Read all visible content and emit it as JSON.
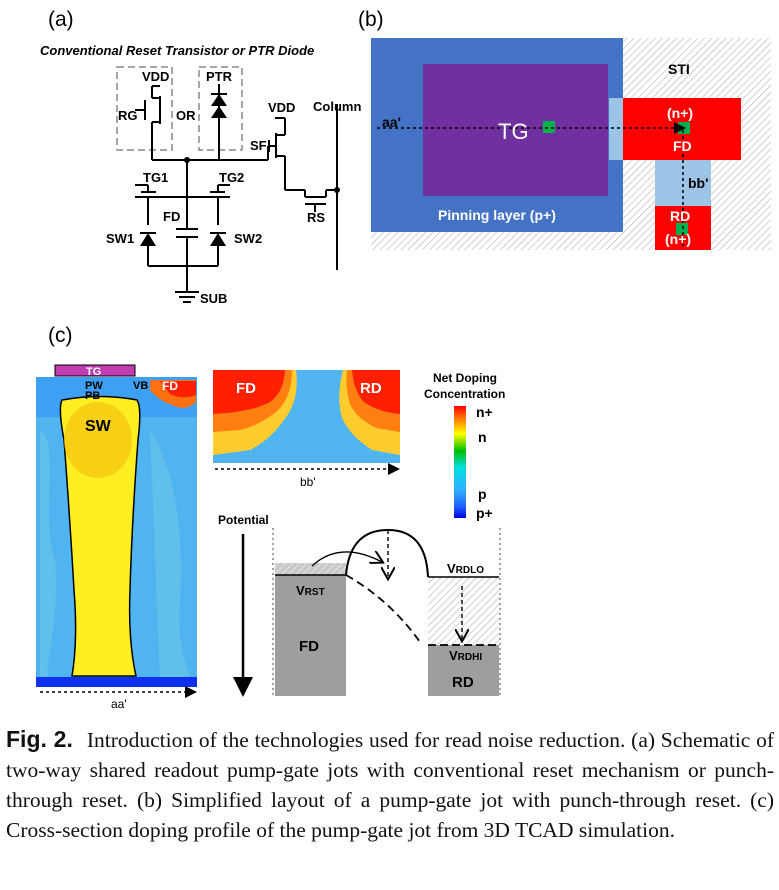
{
  "panels": {
    "a": {
      "label": "(a)",
      "title": "Conventional Reset Transistor or PTR Diode",
      "vdd1": "VDD",
      "ptr": "PTR",
      "rg": "RG",
      "or": "OR",
      "vdd2": "VDD",
      "column": "Column",
      "sf": "SF",
      "tg1": "TG1",
      "tg2": "TG2",
      "fd": "FD",
      "rs": "RS",
      "sw1": "SW1",
      "sw2": "SW2",
      "sub": "SUB"
    },
    "b": {
      "label": "(b)",
      "sti": "STI",
      "aa": "aa'",
      "tg": "TG",
      "nplus1": "(n+)",
      "fd": "FD",
      "bb": "bb'",
      "rd": "RD",
      "nplus2": "(n+)",
      "pinning": "Pinning layer (p+)"
    },
    "c": {
      "label": "(c)",
      "tg": "TG",
      "pw": "PW",
      "pb": "PB",
      "vb": "VB",
      "fd_small": "FD",
      "sw": "SW",
      "aa": "aa'",
      "fd_top": "FD",
      "rd_top": "RD",
      "bb": "bb'",
      "legend_title1": "Net Doping",
      "legend_title2": "Concentration",
      "npp": "n+",
      "n": "n",
      "p": "p",
      "ppp": "p+",
      "potential": "Potential",
      "vrst_main": "V",
      "vrst_sub": "RST",
      "fd_well": "FD",
      "vrdlo_main": "V",
      "vrdlo_sub": "RDLO",
      "vrdhi_main": "V",
      "vrdhi_sub": "RDHI",
      "rd_well": "RD"
    }
  },
  "caption": {
    "label": "Fig. 2.",
    "text": "Introduction of the technologies used for read noise reduction. (a) Schematic of two-way shared readout pump-gate jots with conventional reset mechanism or punch-through reset. (b) Simplified layout of a pump-gate jot with punch-through reset. (c) Cross-section doping profile of the pump-gate jot from 3D TCAD simulation."
  },
  "colors": {
    "pinning": "#4472c4",
    "tg": "#7030a0",
    "nplus": "#ff0000",
    "bb_region": "#9dc3e6",
    "contact": "#00b050",
    "sti_hatch": "#bfbfbf"
  }
}
